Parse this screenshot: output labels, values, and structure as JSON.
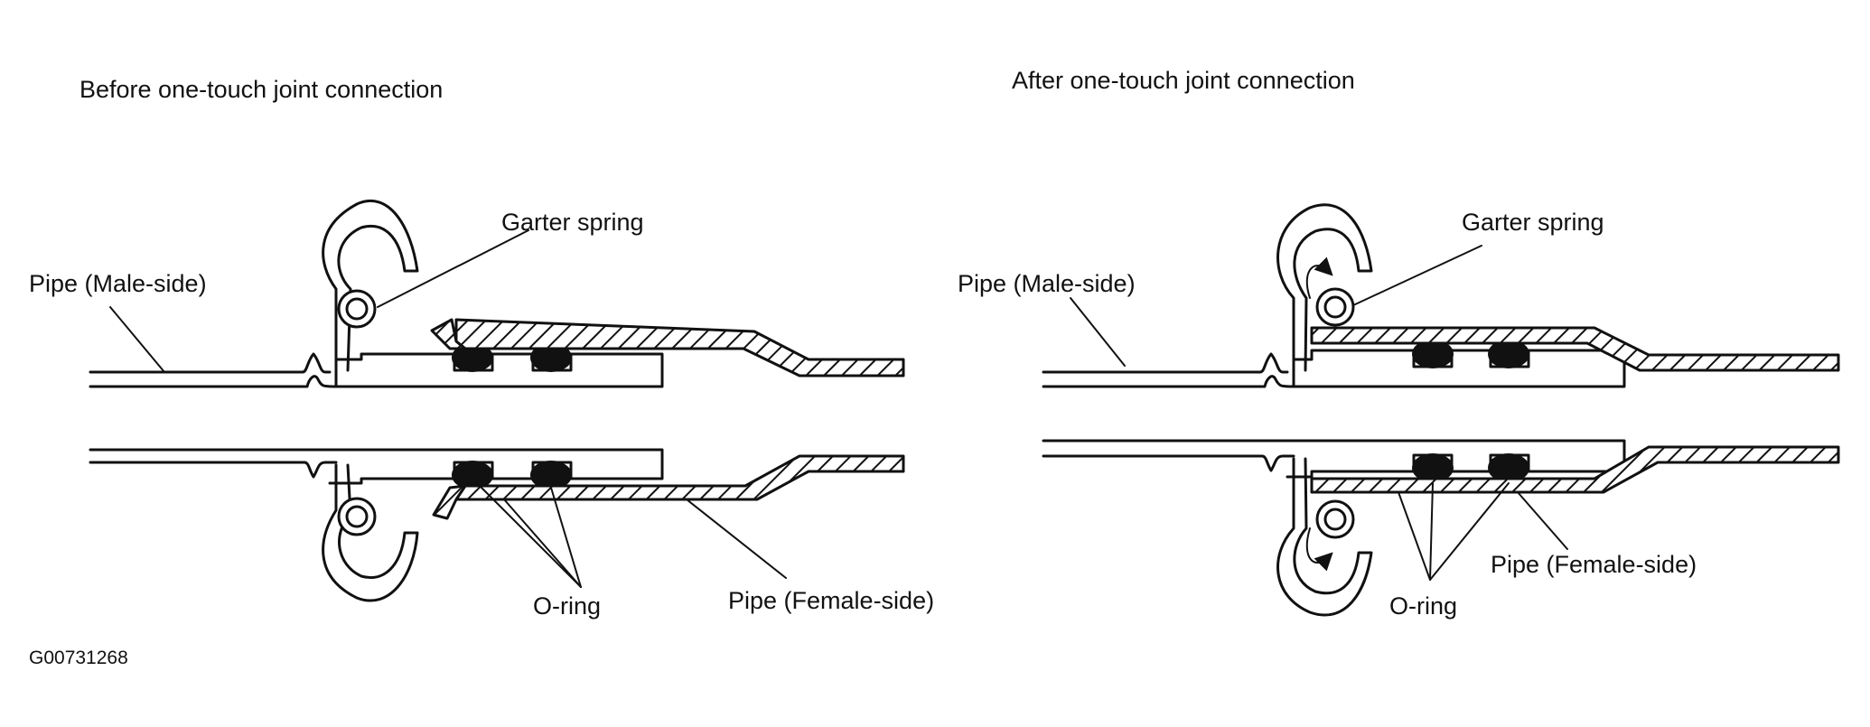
{
  "figure_id": "G00731268",
  "before": {
    "title": "Before one-touch joint connection",
    "labels": {
      "garter_spring": "Garter spring",
      "pipe_male": "Pipe (Male-side)",
      "o_ring": "O-ring",
      "pipe_female": "Pipe (Female-side)"
    }
  },
  "after": {
    "title": "After one-touch joint connection",
    "labels": {
      "garter_spring": "Garter spring",
      "pipe_male": "Pipe (Male-side)",
      "o_ring": "O-ring",
      "pipe_female": "Pipe (Female-side)"
    }
  }
}
